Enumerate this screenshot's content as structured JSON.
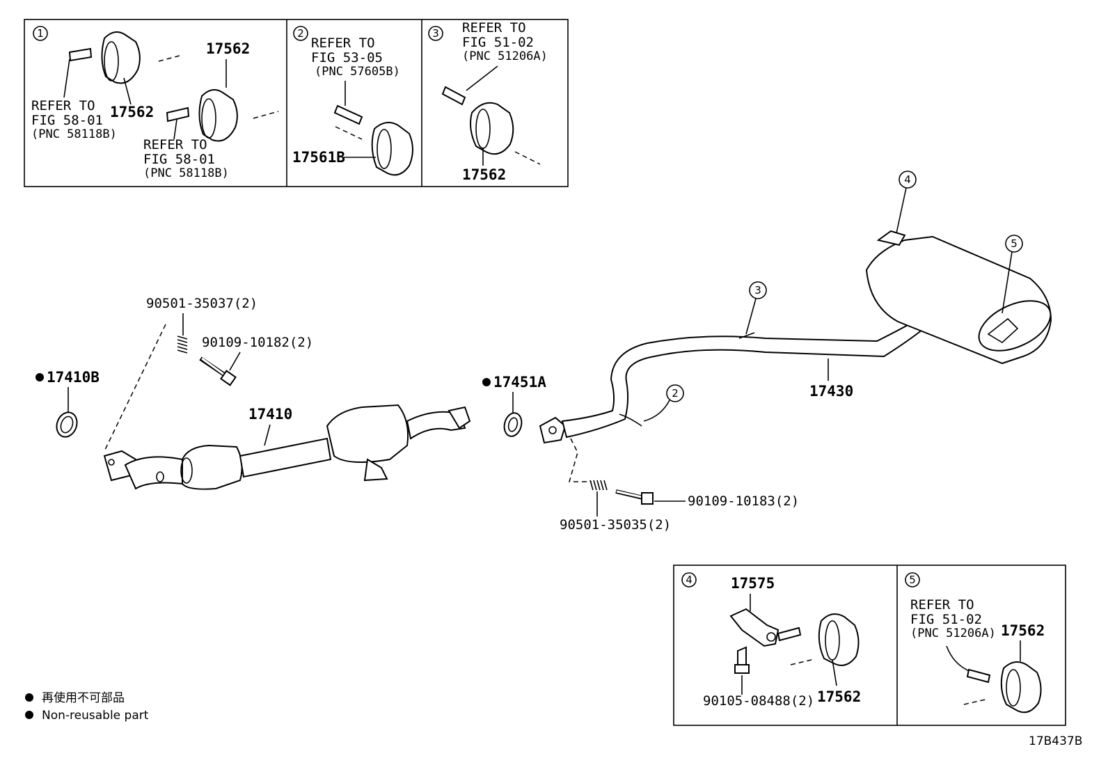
{
  "inset1": {
    "num": "1",
    "part_top": "17562",
    "part_left": "17562",
    "ref_a_line1": "REFER TO",
    "ref_a_line2": "FIG 58-01",
    "ref_a_line3": "(PNC 58118B)",
    "ref_b_line1": "REFER TO",
    "ref_b_line2": "FIG 58-01",
    "ref_b_line3": "(PNC 58118B)"
  },
  "inset2": {
    "num": "2",
    "ref_line1": "REFER TO",
    "ref_line2": "FIG 53-05",
    "ref_line3": "(PNC 57605B)",
    "part": "17561B"
  },
  "inset3": {
    "num": "3",
    "ref_line1": "REFER TO",
    "ref_line2": "FIG 51-02",
    "ref_line3": "(PNC 51206A)",
    "part": "17562"
  },
  "inset4": {
    "num": "4",
    "part_bracket": "17575",
    "part_bolt": "90105-08488(2)",
    "part_hanger": "17562"
  },
  "inset5": {
    "num": "5",
    "ref_line1": "REFER TO",
    "ref_line2": "FIG 51-02",
    "ref_line3": "(PNC 51206A)",
    "part": "17562"
  },
  "main": {
    "spring_front": "90501-35037(2)",
    "bolt_front": "90109-10182(2)",
    "gasket_front": "17410B",
    "front_pipe": "17410",
    "gasket_mid": "17451A",
    "tail_pipe": "17430",
    "bolt_rear": "90109-10183(2)",
    "spring_rear": "90501-35035(2)",
    "callout_2": "2",
    "callout_3": "3",
    "callout_4": "4",
    "callout_5": "5"
  },
  "legend": {
    "line_jp": "再使用不可部品",
    "line_en": "Non-reusable part"
  },
  "figure_code": "17B437B"
}
